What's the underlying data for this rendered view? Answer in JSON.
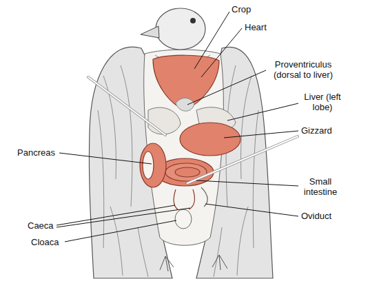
{
  "diagram": {
    "labels": [
      "Crop",
      "Heart",
      "Proventriculus (dorsal to liver)",
      "Liver (left lobe)",
      "Gizzard",
      "Pancreas",
      "Small intestine",
      "Oviduct",
      "Caeca",
      "Cloaca"
    ]
  }
}
